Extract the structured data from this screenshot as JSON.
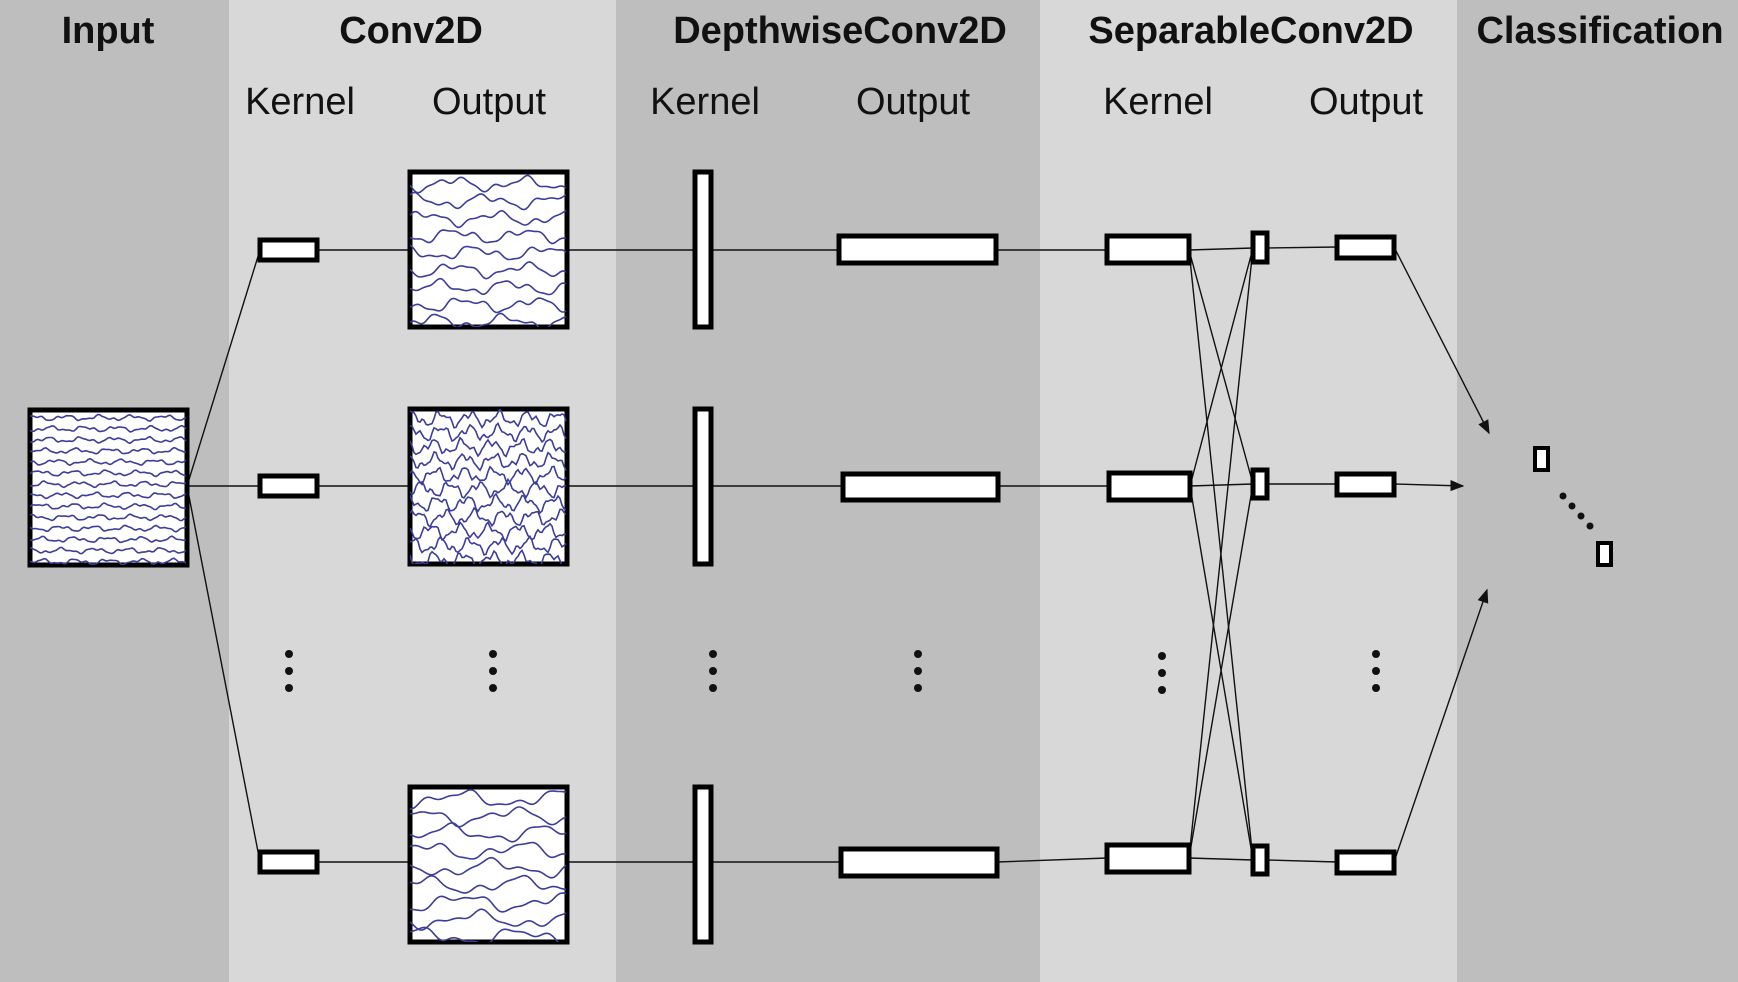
{
  "colors": {
    "panel_dark": "#bebebe",
    "panel_light": "#d8d8d8",
    "signal_trace": "#3d3d9a",
    "box_stroke": "#000000",
    "box_fill": "#ffffff"
  },
  "stages": {
    "input": {
      "title": "Input"
    },
    "conv2d": {
      "title": "Conv2D",
      "kernel_label": "Kernel",
      "output_label": "Output"
    },
    "depthwise": {
      "title": "DepthwiseConv2D",
      "kernel_label": "Kernel",
      "output_label": "Output"
    },
    "separable": {
      "title": "SeparableConv2D",
      "kernel_label": "Kernel",
      "output_label": "Output"
    },
    "classification": {
      "title": "Classification"
    }
  }
}
